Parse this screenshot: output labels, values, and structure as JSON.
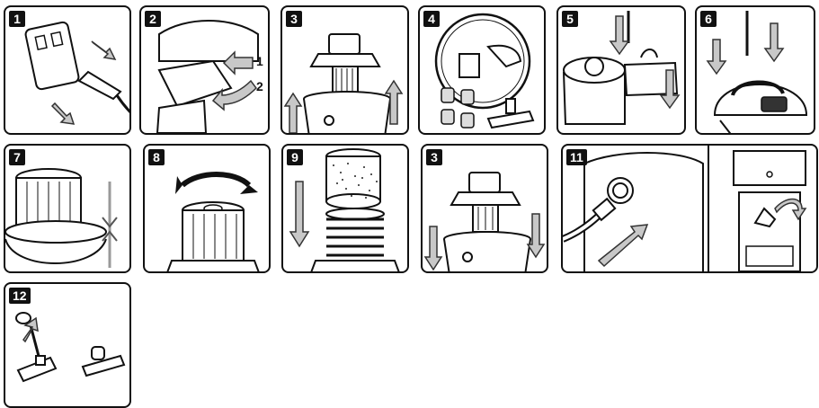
{
  "steps": [
    {
      "number": "1"
    },
    {
      "number": "2",
      "labels": [
        "1",
        "2"
      ]
    },
    {
      "number": "3"
    },
    {
      "number": "4"
    },
    {
      "number": "5"
    },
    {
      "number": "6"
    },
    {
      "number": "7"
    },
    {
      "number": "8"
    },
    {
      "number": "9"
    },
    {
      "number": "3"
    },
    {
      "number": "11"
    },
    {
      "number": "12"
    }
  ],
  "colors": {
    "line": "#111111",
    "arrow_fill": "#c8c8c8",
    "arrow_stroke": "#333333",
    "badge": "#111111"
  }
}
